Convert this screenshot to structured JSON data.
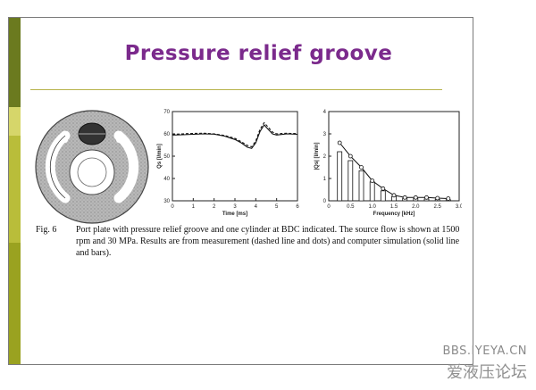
{
  "slide": {
    "title": "Pressure relief groove"
  },
  "figure": {
    "label": "Fig. 6",
    "caption": "Port plate with pressure relief groove and one cylinder at BDC indicated.  The source flow is shown at 1500 rpm and 30 MPa.  Results are from measurement (dashed line and dots) and computer simulation (solid line and bars)."
  },
  "chart_data": [
    {
      "type": "line",
      "xlabel": "Time  [ms]",
      "ylabel": "Qs  [l/min]",
      "xlim": [
        0,
        6
      ],
      "ylim": [
        30,
        70
      ],
      "xticks": [
        "0",
        "1",
        "2",
        "3",
        "4",
        "5",
        "6"
      ],
      "yticks": [
        "30",
        "40",
        "50",
        "60",
        "70"
      ],
      "series": [
        {
          "style": "solid",
          "x": [
            0,
            0.5,
            1,
            1.5,
            2,
            2.5,
            3,
            3.3,
            3.6,
            3.8,
            4.0,
            4.2,
            4.4,
            4.6,
            4.8,
            5.0,
            5.5,
            6.0
          ],
          "y": [
            59.5,
            59.6,
            59.8,
            60.0,
            59.9,
            59.0,
            57.5,
            56.0,
            54.0,
            53.5,
            56.0,
            61.0,
            64.0,
            62.0,
            60.0,
            59.5,
            60.0,
            59.8
          ]
        },
        {
          "style": "dashed",
          "x": [
            0,
            0.5,
            1,
            1.5,
            2,
            2.5,
            3,
            3.3,
            3.6,
            3.8,
            4.0,
            4.2,
            4.4,
            4.6,
            4.8,
            5.0,
            5.5,
            6.0
          ],
          "y": [
            59.8,
            60.0,
            60.2,
            60.3,
            60.0,
            59.3,
            58.0,
            56.5,
            54.8,
            54.2,
            56.8,
            62.0,
            65.0,
            63.0,
            60.8,
            60.0,
            60.3,
            60.1
          ]
        }
      ]
    },
    {
      "type": "bar",
      "xlabel": "Frequency  [kHz]",
      "ylabel": "|Qs|  [l/min]",
      "xlim": [
        0,
        3
      ],
      "ylim": [
        0,
        4
      ],
      "xticks": [
        "0",
        "0.5",
        "1.0",
        "1.5",
        "2.0",
        "2.5",
        "3.0"
      ],
      "yticks": [
        "0",
        "1",
        "2",
        "3",
        "4"
      ],
      "x": [
        0.25,
        0.5,
        0.75,
        1.0,
        1.25,
        1.5,
        1.75,
        2.0,
        2.25,
        2.5,
        2.75
      ],
      "values": [
        2.2,
        1.8,
        1.35,
        0.85,
        0.45,
        0.2,
        0.12,
        0.1,
        0.08,
        0.06,
        0.05
      ],
      "measured": [
        2.6,
        2.0,
        1.5,
        0.9,
        0.55,
        0.25,
        0.15,
        0.15,
        0.15,
        0.12,
        0.1
      ]
    }
  ]
}
